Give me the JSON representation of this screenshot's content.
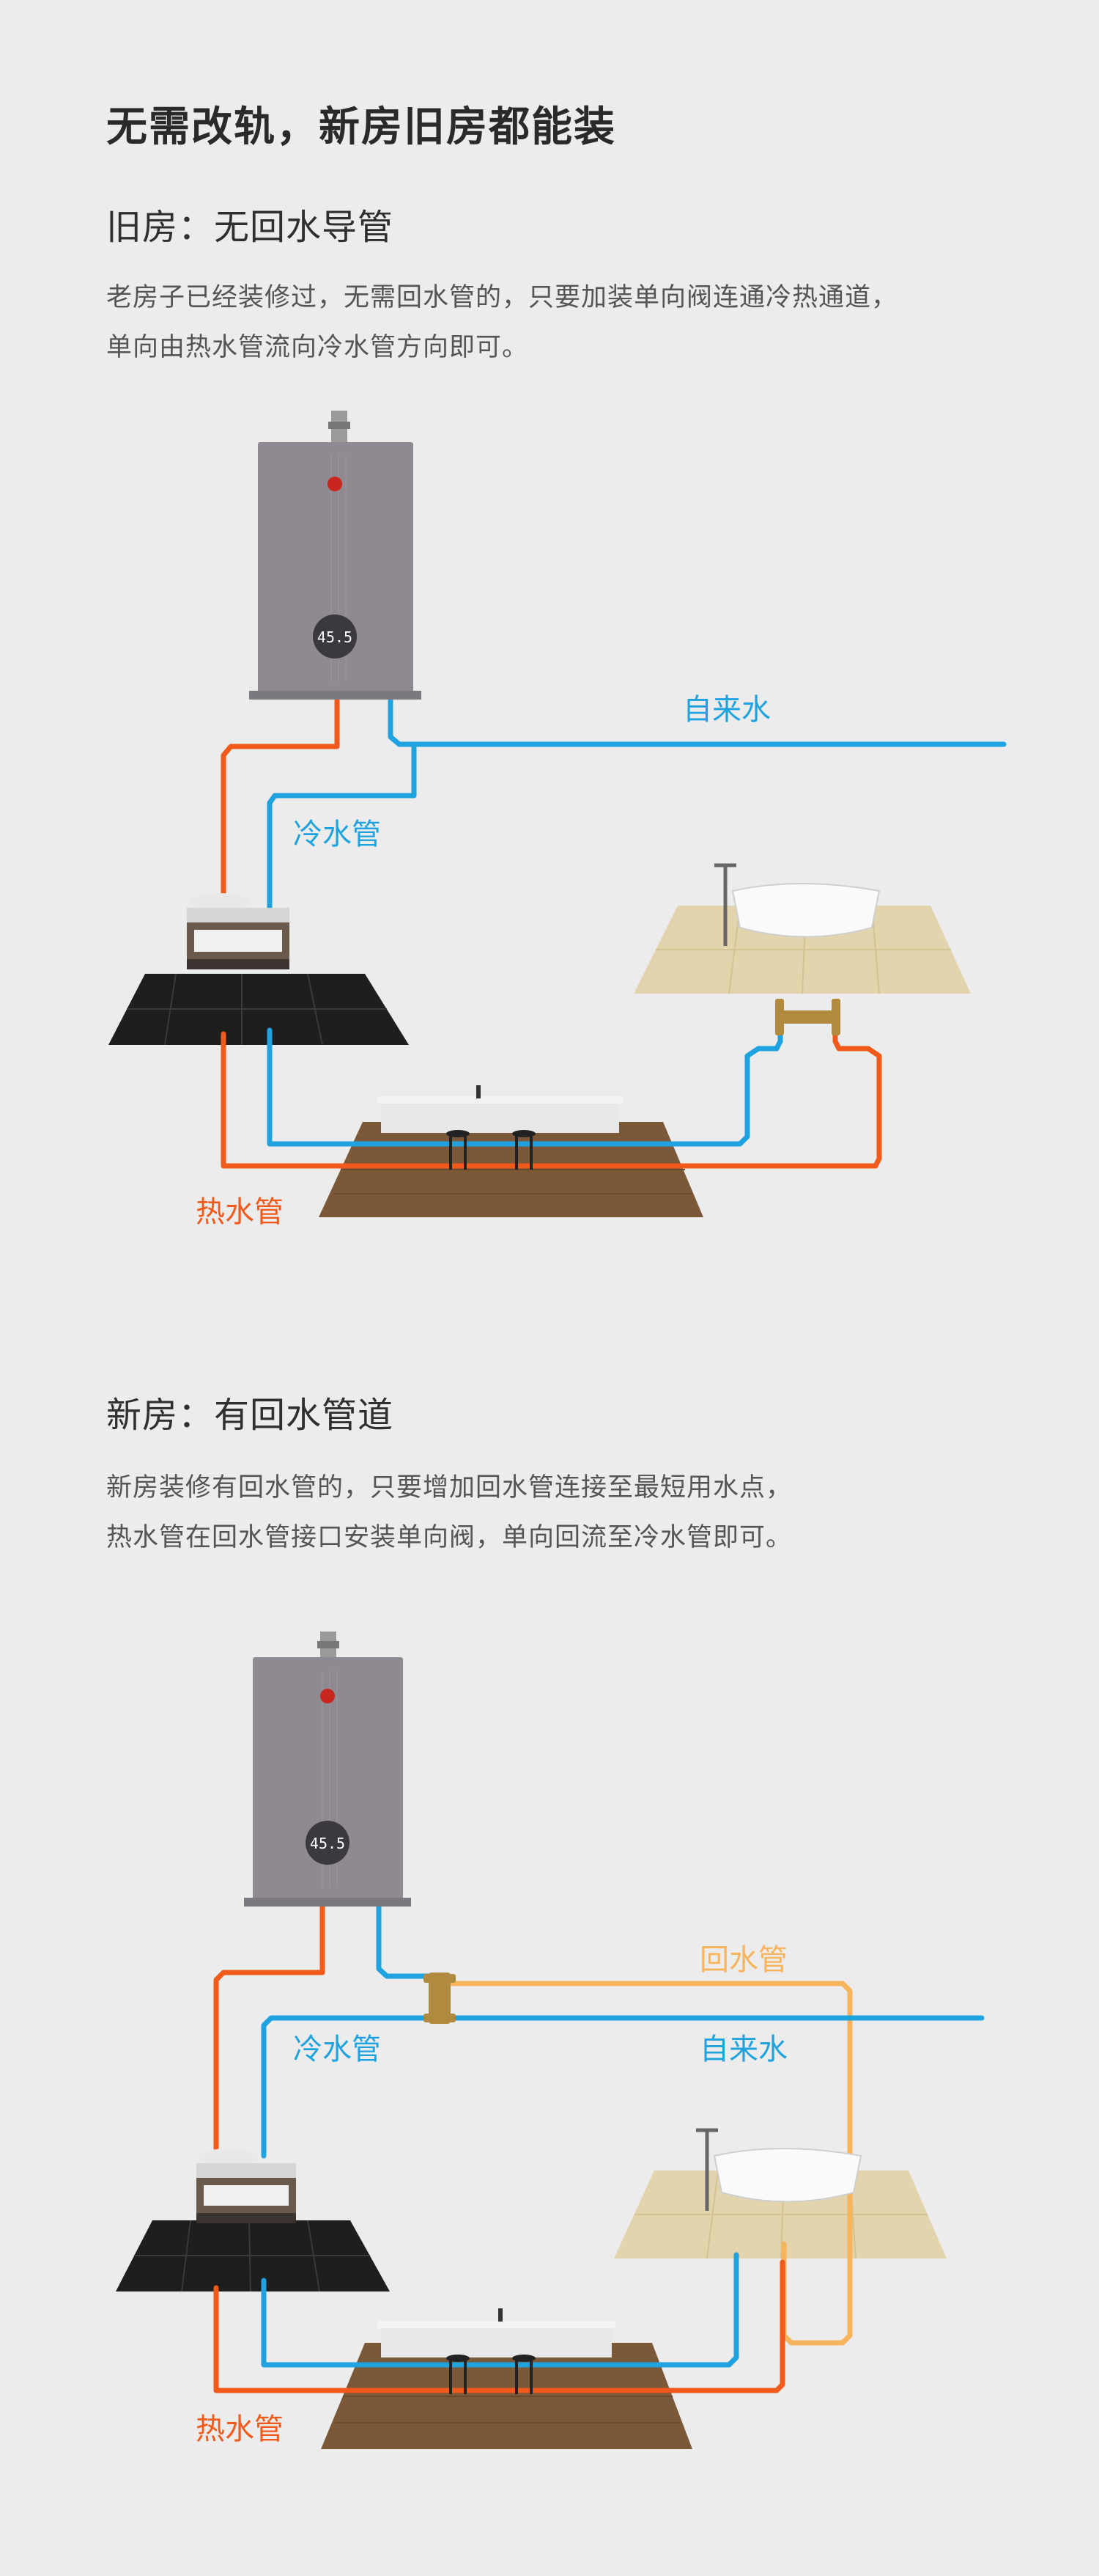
{
  "title": "无需改轨，新房旧房都能装",
  "sections": {
    "old": {
      "heading": "旧房：无回水导管",
      "desc": [
        "老房子已经装修过，无需回水管的，只要加装单向阀连通冷热通道，",
        "单向由热水管流向冷水管方向即可。"
      ],
      "labels": {
        "supply": "自来水",
        "cold": "冷水管",
        "hot": "热水管"
      },
      "heater_display": "45.5"
    },
    "new": {
      "heading": "新房：有回水管道",
      "desc": [
        "新房装修有回水管的，只要增加回水管连接至最短用水点，",
        "热水管在回水管接口安装单向阀，单向回流至冷水管即可。"
      ],
      "labels": {
        "return": "回水管",
        "cold": "冷水管",
        "supply": "自来水",
        "hot": "热水管"
      },
      "heater_display": "45.5"
    }
  },
  "colors": {
    "cold": "#1ea3e0",
    "hot": "#f15a1a",
    "return": "#f7b45c",
    "valve": "#b08a3e"
  }
}
